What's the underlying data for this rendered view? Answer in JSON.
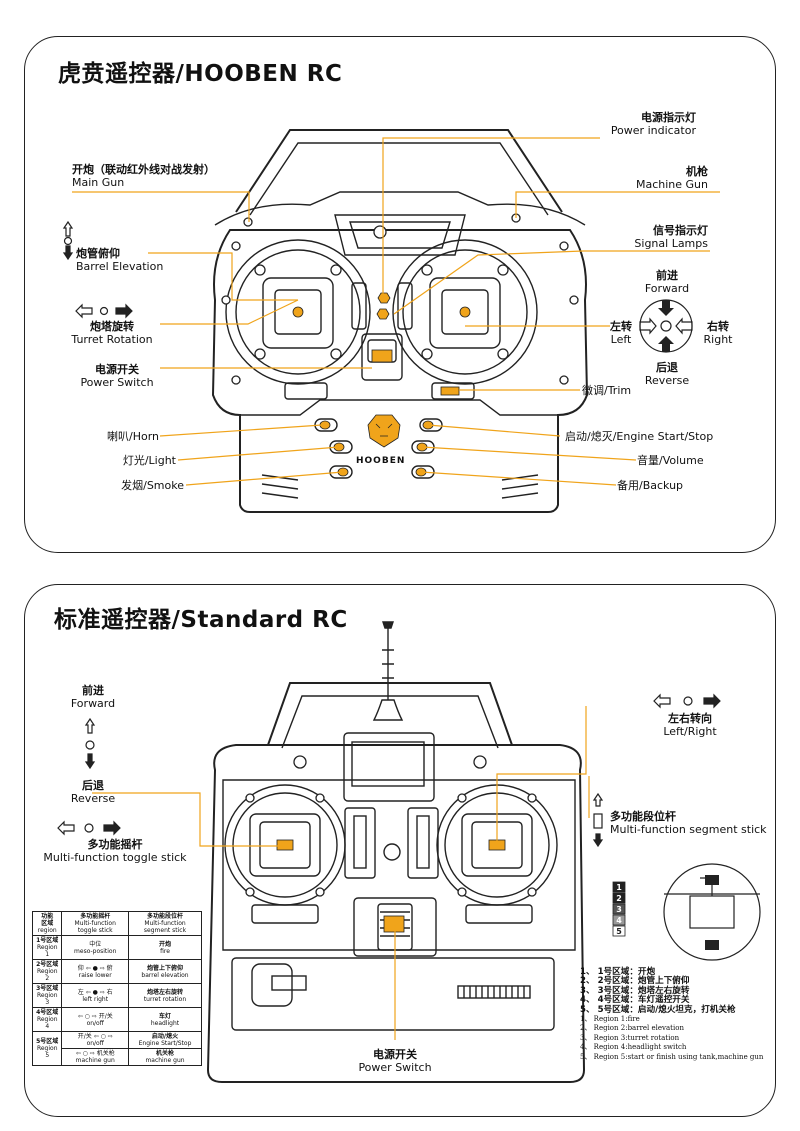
{
  "colors": {
    "accent": "#f0a41b",
    "line": "#222222"
  },
  "hooben": {
    "title": "虎贲遥控器/HOOBEN RC",
    "logo": "HOOBEN",
    "labels": {
      "power_indicator": {
        "cn": "电源指示灯",
        "en": "Power indicator"
      },
      "main_gun": {
        "cn": "开炮（联动红外线对战发射）",
        "en": "Main Gun"
      },
      "machine_gun": {
        "cn": "机枪",
        "en": "Machine Gun"
      },
      "signal_lamps": {
        "cn": "信号指示灯",
        "en": "Signal Lamps"
      },
      "barrel_elevation": {
        "cn": "炮管俯仰",
        "en": "Barrel Elevation"
      },
      "turret_rotation": {
        "cn": "炮塔旋转",
        "en": "Turret Rotation"
      },
      "power_switch": {
        "cn": "电源开关",
        "en": "Power Switch"
      },
      "forward": {
        "cn": "前进",
        "en": "Forward"
      },
      "reverse": {
        "cn": "后退",
        "en": "Reverse"
      },
      "left": {
        "cn": "左转",
        "en": "Left"
      },
      "right": {
        "cn": "右转",
        "en": "Right"
      },
      "trim": "微调/Trim",
      "horn": "喇叭/Horn",
      "light": "灯光/Light",
      "smoke": "发烟/Smoke",
      "engine": "启动/熄灭/Engine Start/Stop",
      "volume": "音量/Volume",
      "backup": "备用/Backup"
    }
  },
  "standard": {
    "title": "标准遥控器/Standard RC",
    "labels": {
      "forward": {
        "cn": "前进",
        "en": "Forward"
      },
      "reverse": {
        "cn": "后退",
        "en": "Reverse"
      },
      "toggle": {
        "cn": "多功能摇杆",
        "en": "Multi-function toggle stick"
      },
      "left_right": {
        "cn": "左右转向",
        "en": "Left/Right"
      },
      "segment": {
        "cn": "多功能段位杆",
        "en": "Multi-function segment stick"
      },
      "power_switch": {
        "cn": "电源开关",
        "en": "Power Switch"
      }
    },
    "table": {
      "corner_top": "功能",
      "corner_bottom": "区域",
      "corner_en": "region",
      "col1": "多功能摇杆",
      "col1_en": "Multi-function toggle stick",
      "col2": "多功能段位杆",
      "col2_en": "Multi-function segment stick",
      "rows": [
        {
          "cn": "1号区域",
          "en": "Region 1",
          "c1": "中位",
          "c1_en": "meso-position",
          "c2": "开炮",
          "c2_en": "fire"
        },
        {
          "cn": "2号区域",
          "en": "Region 2",
          "c1": "仰 ⇦ ● ⇨ 俯",
          "c1_en": "raise   lower",
          "c2": "炮管上下俯仰",
          "c2_en": "barrel elevation"
        },
        {
          "cn": "3号区域",
          "en": "Region 3",
          "c1": "左 ⇦ ● ⇨ 右",
          "c1_en": "left   right",
          "c2": "炮塔左右旋转",
          "c2_en": "turret rotation"
        },
        {
          "cn": "4号区域",
          "en": "Region 4",
          "c1": "⇦ ○ ⇨ 开/关",
          "c1_en": "on/off",
          "c2": "车灯",
          "c2_en": "headlight"
        },
        {
          "cn": "5号区域",
          "en": "Region 5",
          "c1": "开/关 ⇦ ○ ⇨",
          "c1_en": "on/off",
          "c2": "启动/熄火",
          "c2_en": "Engine Start/Stop"
        },
        {
          "cn": "",
          "en": "",
          "c1": "⇦ ○ ⇨ 机关枪",
          "c1_en": "machine gun",
          "c2": "机关枪",
          "c2_en": "machine gun"
        }
      ]
    },
    "segments": [
      "1",
      "2",
      "3",
      "4",
      "5"
    ],
    "legend": {
      "cn": [
        "1、  1号区域：开炮",
        "2、  2号区域：炮管上下俯仰",
        "3、  3号区域：炮塔左右旋转",
        "4、  4号区域：车灯遥控开关",
        "5、  5号区域：启动/熄火坦克，打机关枪"
      ],
      "en": [
        "1、   Region 1:fire",
        "2、   Region 2:barrel elevation",
        "3、   Region 3:turret rotation",
        "4、   Region 4:headlight switch",
        "5、   Region 5:start or finish using tank,machine gun"
      ]
    }
  }
}
